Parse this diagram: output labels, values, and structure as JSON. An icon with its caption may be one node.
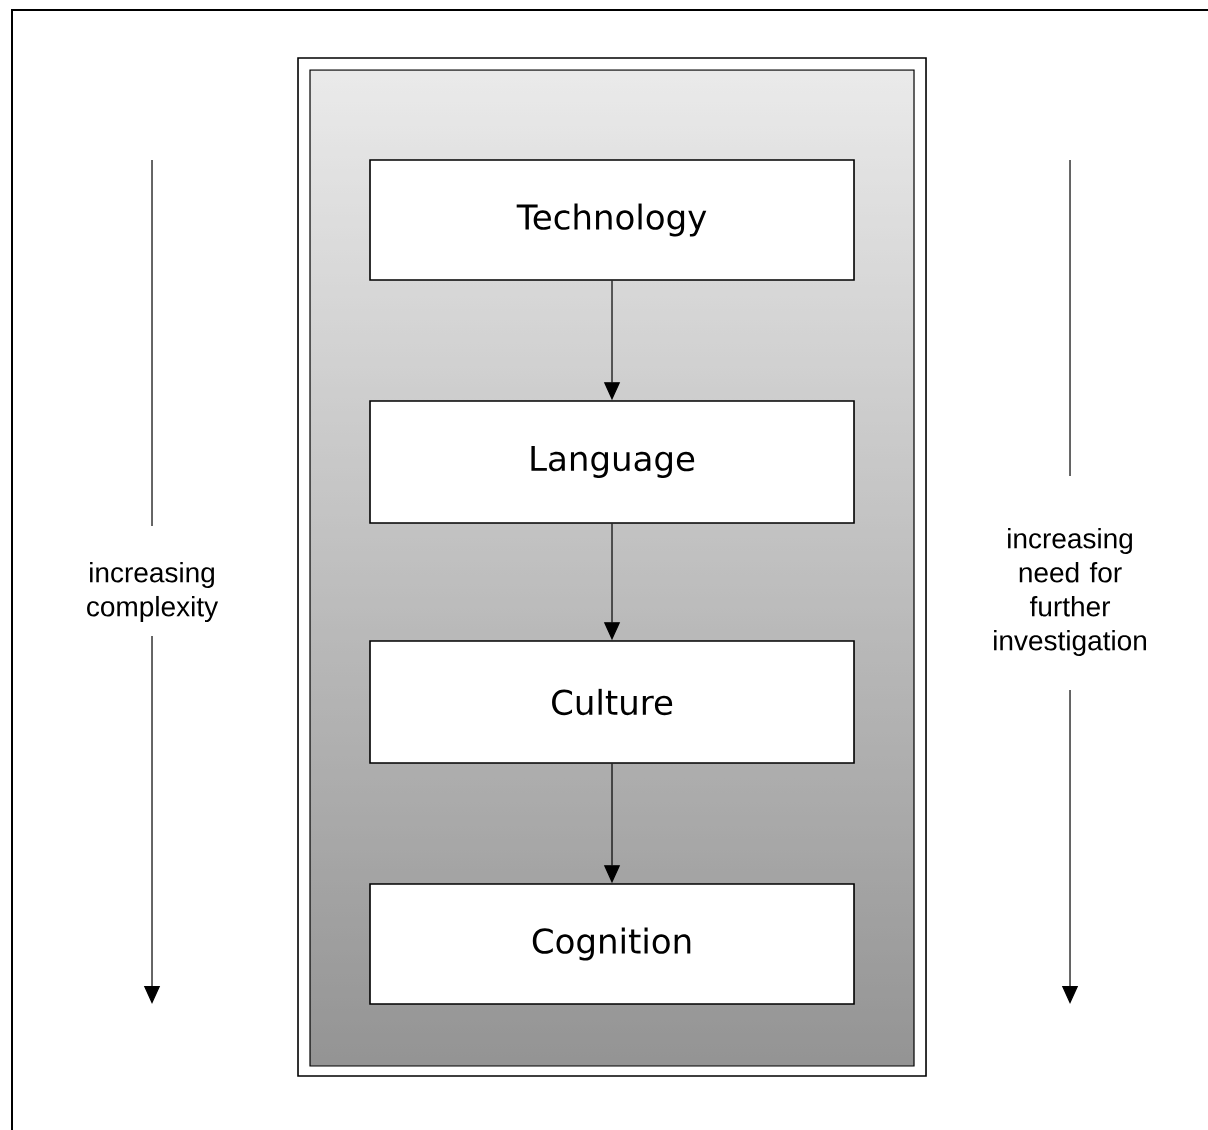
{
  "diagram": {
    "nodes": [
      {
        "text": [],
        "shape": "box"
      },
      {
        "text": [
          "Technology"
        ],
        "in": 0
      },
      {
        "text": [
          "Language"
        ],
        "in": 0
      },
      {
        "text": [
          "Culture"
        ],
        "in": 0
      },
      {
        "text": [
          "Cognition"
        ],
        "in": 0
      }
    ],
    "edges": [
      {
        "from": 1,
        "to": 2,
        "arrow": "to"
      },
      {
        "from": 2,
        "to": 3,
        "arrow": "to"
      },
      {
        "from": 3,
        "to": 4,
        "arrow": "to"
      }
    ],
    "labels": [
      "increasing complexity",
      "increasing need for further investigation"
    ]
  }
}
